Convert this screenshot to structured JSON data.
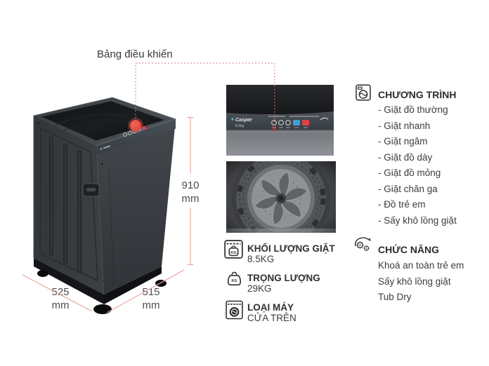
{
  "callout": {
    "label": "Bảng điều khiển"
  },
  "dimensions": {
    "height": {
      "value": "910",
      "unit": "mm"
    },
    "depth": {
      "value": "525",
      "unit": "mm"
    },
    "width": {
      "value": "515",
      "unit": "mm"
    }
  },
  "control_panel_photo": {
    "brand": "Casper",
    "capacity": "8.5kg"
  },
  "icons": {
    "kg_label": "KG"
  },
  "quick_specs": [
    {
      "icon": "washer-capacity-icon",
      "label": "KHỐI LƯỢNG GIẶT",
      "value": "8.5KG"
    },
    {
      "icon": "weight-icon",
      "label": "TRỌNG LƯỢNG",
      "value": "29KG"
    },
    {
      "icon": "top-load-machine-icon",
      "label": "LOẠI MÁY",
      "value": "CỬA TRÊN"
    }
  ],
  "programs": {
    "icon": "washing-machine-icon",
    "title": "CHƯƠNG TRÌNH",
    "items": [
      "- Giặt đồ thường",
      "- Giặt nhanh",
      "- Giặt ngâm",
      "- Giặt đồ dày",
      "- Giặt đồ mỏng",
      "- Giặt chăn ga",
      "- Đồ trẻ em",
      "- Sấy khô lồng giặt"
    ]
  },
  "functions": {
    "icon": "drum-gear-icon",
    "title": "CHỨC NĂNG",
    "items": [
      "Khoá an toàn trẻ em",
      "Sấy khô lồng giặt",
      "Tub Dry"
    ]
  },
  "colors": {
    "accent_red": "#e8453c",
    "connector_line": "#cf8077",
    "dimension_line": "#e4aaa1",
    "panel_blue": "#3f9ed6",
    "panel_red": "#df424b"
  }
}
